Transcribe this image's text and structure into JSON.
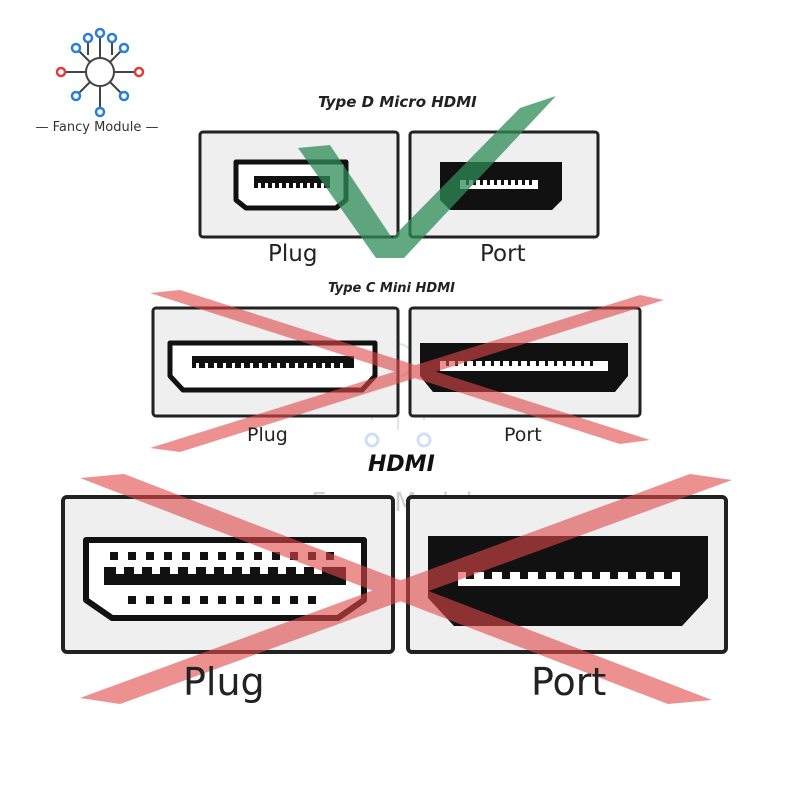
{
  "brand": {
    "logo_text": "— Fancy Module —",
    "watermark_text": "— Fancy Module —",
    "logo_colors": {
      "blue": "#2a7fd4",
      "red": "#e23b3b",
      "grey": "#444444"
    }
  },
  "sections": [
    {
      "heading": "Type D Micro HDMI",
      "plug_label": "Plug",
      "port_label": "Port",
      "status": "correct",
      "mark_color": "#2e8b57"
    },
    {
      "heading": "Type C Mini HDMI",
      "plug_label": "Plug",
      "port_label": "Port",
      "status": "wrong",
      "mark_color": "#e04848"
    },
    {
      "heading": "HDMI",
      "plug_label": "Plug",
      "port_label": "Port",
      "status": "wrong",
      "mark_color": "#e04848"
    }
  ]
}
